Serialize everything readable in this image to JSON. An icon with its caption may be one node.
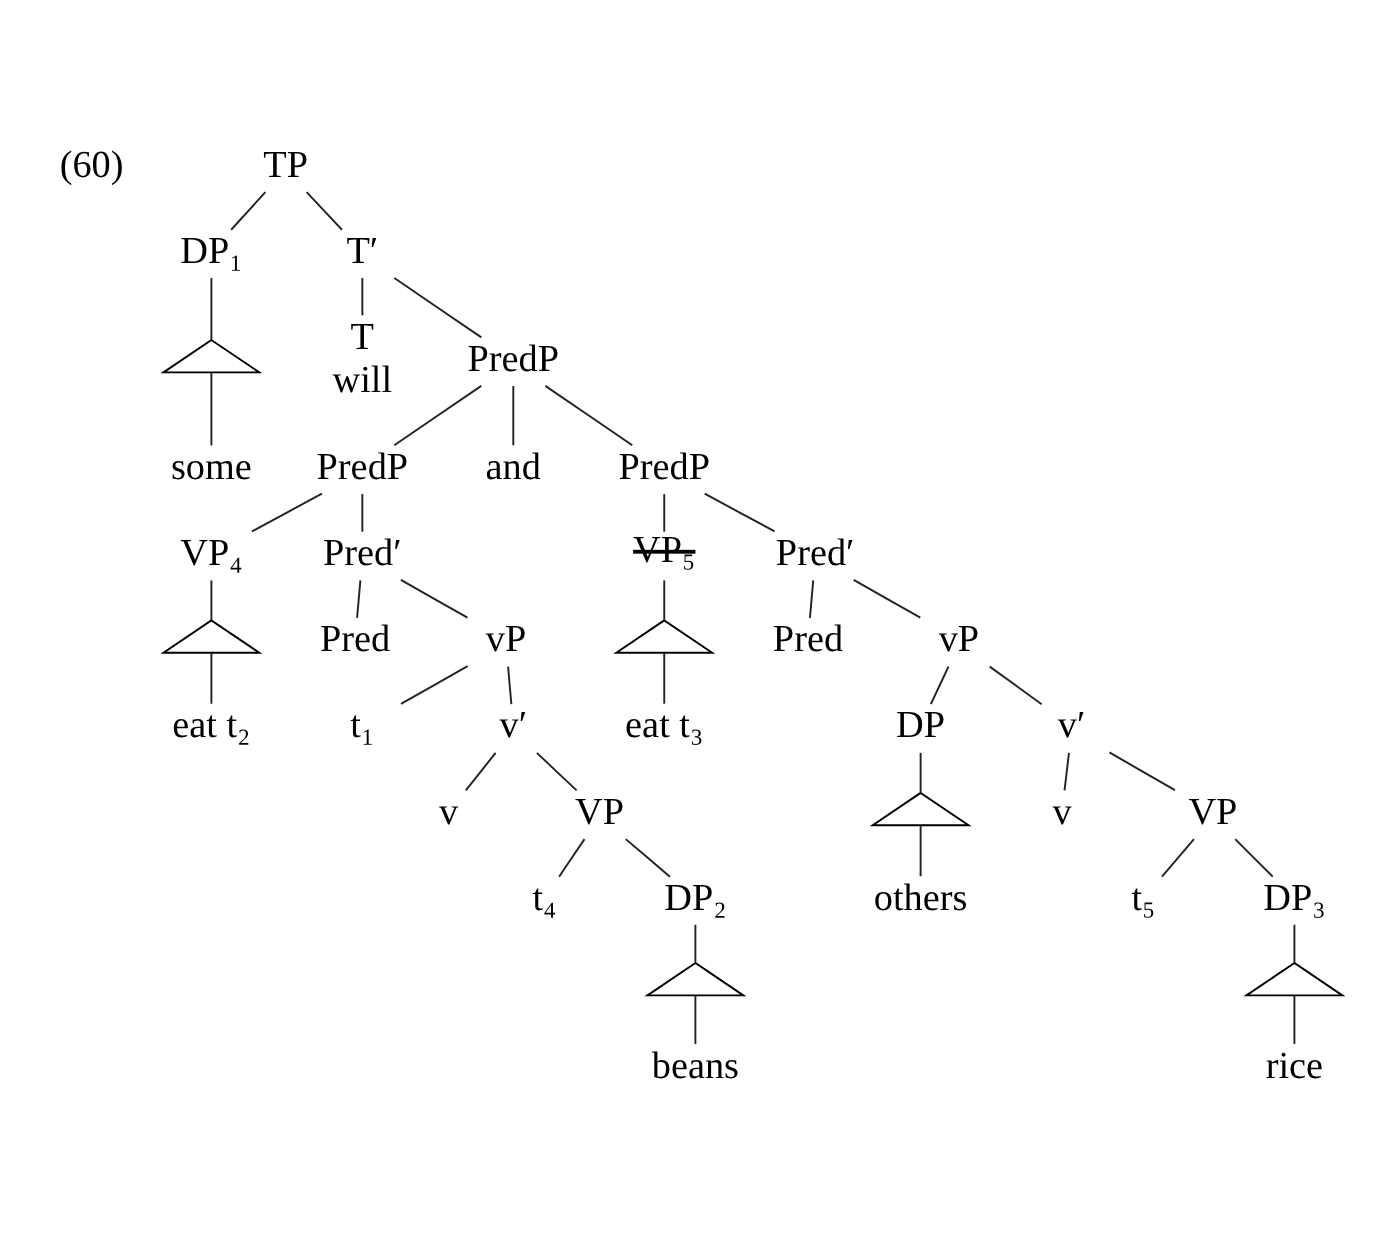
{
  "diagram": {
    "nodes": [
      {
        "text": [
          "TP"
        ]
      },
      {
        "text": [
          "DP₁"
        ]
      },
      {
        "text": [
          "T′"
        ]
      },
      {
        "text": [],
        "shape": "triangle"
      },
      {
        "text": [
          "some"
        ]
      },
      {
        "text": [
          "T",
          "will"
        ]
      },
      {
        "text": [
          "PredP"
        ]
      },
      {
        "text": [
          "PredP"
        ]
      },
      {
        "text": [
          "and"
        ]
      },
      {
        "text": [
          "PredP"
        ]
      },
      {
        "text": [
          "VP₄"
        ]
      },
      {
        "text": [
          "Pred′"
        ]
      },
      {
        "text": [
          "VP₅"
        ]
      },
      {
        "text": [
          "Pred′"
        ]
      },
      {
        "text": [],
        "shape": "triangle"
      },
      {
        "text": [
          "eat t₂"
        ]
      },
      {
        "text": [
          "Pred"
        ]
      },
      {
        "text": [
          "vP"
        ]
      },
      {
        "text": [],
        "shape": "triangle"
      },
      {
        "text": [
          "eat t₃"
        ]
      },
      {
        "text": [
          "Pred"
        ]
      },
      {
        "text": [
          "vP"
        ]
      },
      {
        "text": [
          "t₁"
        ]
      },
      {
        "text": [
          "v′"
        ]
      },
      {
        "text": [
          "DP"
        ]
      },
      {
        "text": [
          "v′"
        ]
      },
      {
        "text": [
          "v"
        ]
      },
      {
        "text": [
          "VP"
        ]
      },
      {
        "text": [],
        "shape": "triangle"
      },
      {
        "text": [
          "others"
        ]
      },
      {
        "text": [
          "v"
        ]
      },
      {
        "text": [
          "VP"
        ]
      },
      {
        "text": [
          "t₄"
        ]
      },
      {
        "text": [
          "DP₂"
        ]
      },
      {
        "text": [
          "t₅"
        ]
      },
      {
        "text": [
          "DP₃"
        ]
      },
      {
        "text": [],
        "shape": "triangle"
      },
      {
        "text": [
          "beans"
        ]
      },
      {
        "text": [],
        "shape": "triangle"
      },
      {
        "text": [
          "rice"
        ]
      }
    ],
    "edges": [
      {
        "from": 0,
        "to": 1,
        "arrow": "none"
      },
      {
        "from": 0,
        "to": 2,
        "arrow": "none"
      },
      {
        "from": 1,
        "to": 3,
        "arrow": "none"
      },
      {
        "from": 3,
        "to": 4,
        "arrow": "none"
      },
      {
        "from": 2,
        "to": 5,
        "arrow": "none"
      },
      {
        "from": 2,
        "to": 6,
        "arrow": "none"
      },
      {
        "from": 6,
        "to": 7,
        "arrow": "none"
      },
      {
        "from": 6,
        "to": 8,
        "arrow": "none"
      },
      {
        "from": 6,
        "to": 9,
        "arrow": "none"
      },
      {
        "from": 7,
        "to": 10,
        "arrow": "none"
      },
      {
        "from": 7,
        "to": 11,
        "arrow": "none"
      },
      {
        "from": 9,
        "to": 12,
        "arrow": "none"
      },
      {
        "from": 9,
        "to": 13,
        "arrow": "none"
      },
      {
        "from": 10,
        "to": 14,
        "arrow": "none"
      },
      {
        "from": 14,
        "to": 15,
        "arrow": "none"
      },
      {
        "from": 11,
        "to": 16,
        "arrow": "none"
      },
      {
        "from": 11,
        "to": 17,
        "arrow": "none"
      },
      {
        "from": 12,
        "to": 18,
        "arrow": "none"
      },
      {
        "from": 18,
        "to": 19,
        "arrow": "none"
      },
      {
        "from": 13,
        "to": 20,
        "arrow": "none"
      },
      {
        "from": 13,
        "to": 21,
        "arrow": "none"
      },
      {
        "from": 17,
        "to": 22,
        "arrow": "none"
      },
      {
        "from": 17,
        "to": 23,
        "arrow": "none"
      },
      {
        "from": 21,
        "to": 24,
        "arrow": "none"
      },
      {
        "from": 21,
        "to": 25,
        "arrow": "none"
      },
      {
        "from": 23,
        "to": 26,
        "arrow": "none"
      },
      {
        "from": 23,
        "to": 27,
        "arrow": "none"
      },
      {
        "from": 24,
        "to": 28,
        "arrow": "none"
      },
      {
        "from": 28,
        "to": 29,
        "arrow": "none"
      },
      {
        "from": 25,
        "to": 30,
        "arrow": "none"
      },
      {
        "from": 25,
        "to": 31,
        "arrow": "none"
      },
      {
        "from": 27,
        "to": 32,
        "arrow": "none"
      },
      {
        "from": 27,
        "to": 33,
        "arrow": "none"
      },
      {
        "from": 31,
        "to": 34,
        "arrow": "none"
      },
      {
        "from": 31,
        "to": 35,
        "arrow": "none"
      },
      {
        "from": 33,
        "to": 36,
        "arrow": "none"
      },
      {
        "from": 36,
        "to": 37,
        "arrow": "none"
      },
      {
        "from": 35,
        "to": 38,
        "arrow": "none"
      },
      {
        "from": 38,
        "to": 39,
        "arrow": "none"
      }
    ],
    "labels": [
      "(60)"
    ]
  }
}
